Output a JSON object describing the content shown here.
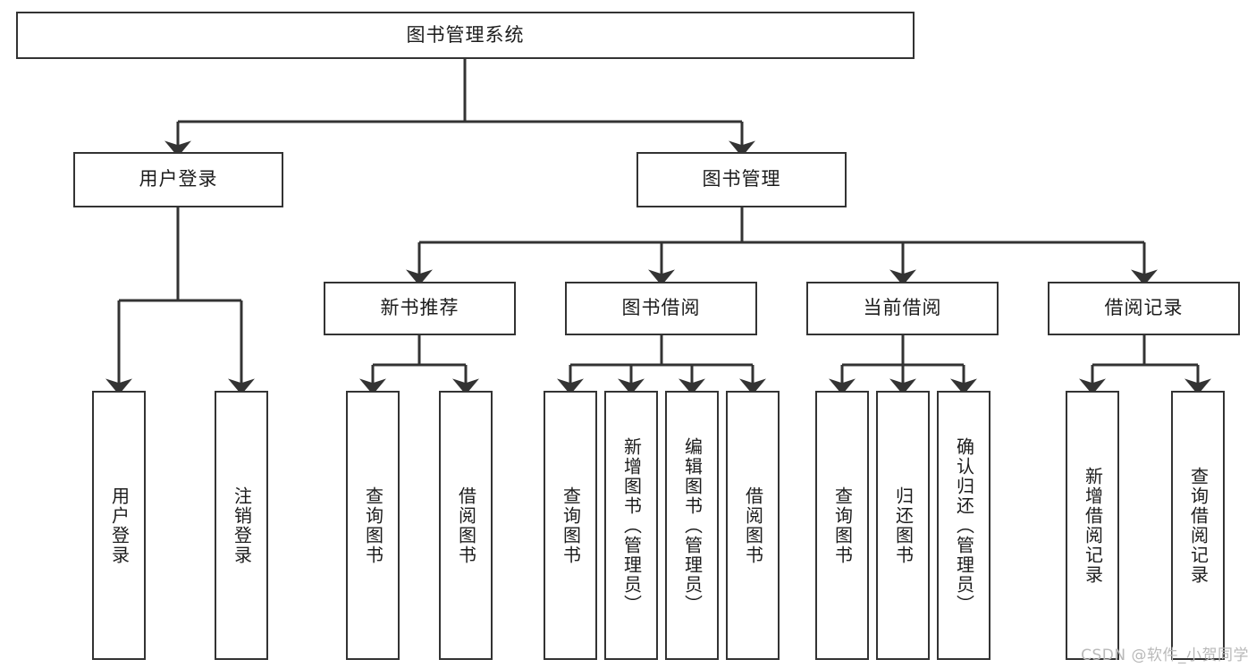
{
  "diagram": {
    "title": "图书管理系统",
    "type": "tree-structure-chart",
    "root": {
      "id": "root",
      "label": "图书管理系统"
    },
    "level2": [
      {
        "id": "user-login",
        "label": "用户登录"
      },
      {
        "id": "book-manage",
        "label": "图书管理"
      }
    ],
    "level3": [
      {
        "id": "new-book-recommend",
        "label": "新书推荐",
        "parent": "book-manage"
      },
      {
        "id": "book-borrow",
        "label": "图书借阅",
        "parent": "book-manage"
      },
      {
        "id": "current-borrow",
        "label": "当前借阅",
        "parent": "book-manage"
      },
      {
        "id": "borrow-record",
        "label": "借阅记录",
        "parent": "book-manage"
      }
    ],
    "leaves": [
      {
        "id": "leaf-user-login",
        "label": "用户登录",
        "parent": "user-login"
      },
      {
        "id": "leaf-logout-login",
        "label": "注销登录",
        "parent": "user-login"
      },
      {
        "id": "leaf-query-book-1",
        "label": "查询图书",
        "parent": "new-book-recommend"
      },
      {
        "id": "leaf-borrow-book-1",
        "label": "借阅图书",
        "parent": "new-book-recommend"
      },
      {
        "id": "leaf-query-book-2",
        "label": "查询图书",
        "parent": "book-borrow"
      },
      {
        "id": "leaf-add-book",
        "label": "新增图书（管理员）",
        "parent": "book-borrow"
      },
      {
        "id": "leaf-edit-book",
        "label": "编辑图书（管理员）",
        "parent": "book-borrow"
      },
      {
        "id": "leaf-borrow-book-2",
        "label": "借阅图书",
        "parent": "book-borrow"
      },
      {
        "id": "leaf-query-book-3",
        "label": "查询图书",
        "parent": "current-borrow"
      },
      {
        "id": "leaf-return-book",
        "label": "归还图书",
        "parent": "current-borrow"
      },
      {
        "id": "leaf-confirm-return",
        "label": "确认归还（管理员）",
        "parent": "current-borrow"
      },
      {
        "id": "leaf-add-record",
        "label": "新增借阅记录",
        "parent": "borrow-record"
      },
      {
        "id": "leaf-query-record",
        "label": "查询借阅记录",
        "parent": "borrow-record"
      }
    ],
    "colors": {
      "stroke": "#333333",
      "fill": "#ffffff",
      "text": "#1c1c1c",
      "watermark": "#b9b9b9"
    }
  },
  "watermark": {
    "text": "CSDN @软件_小贺同学"
  }
}
